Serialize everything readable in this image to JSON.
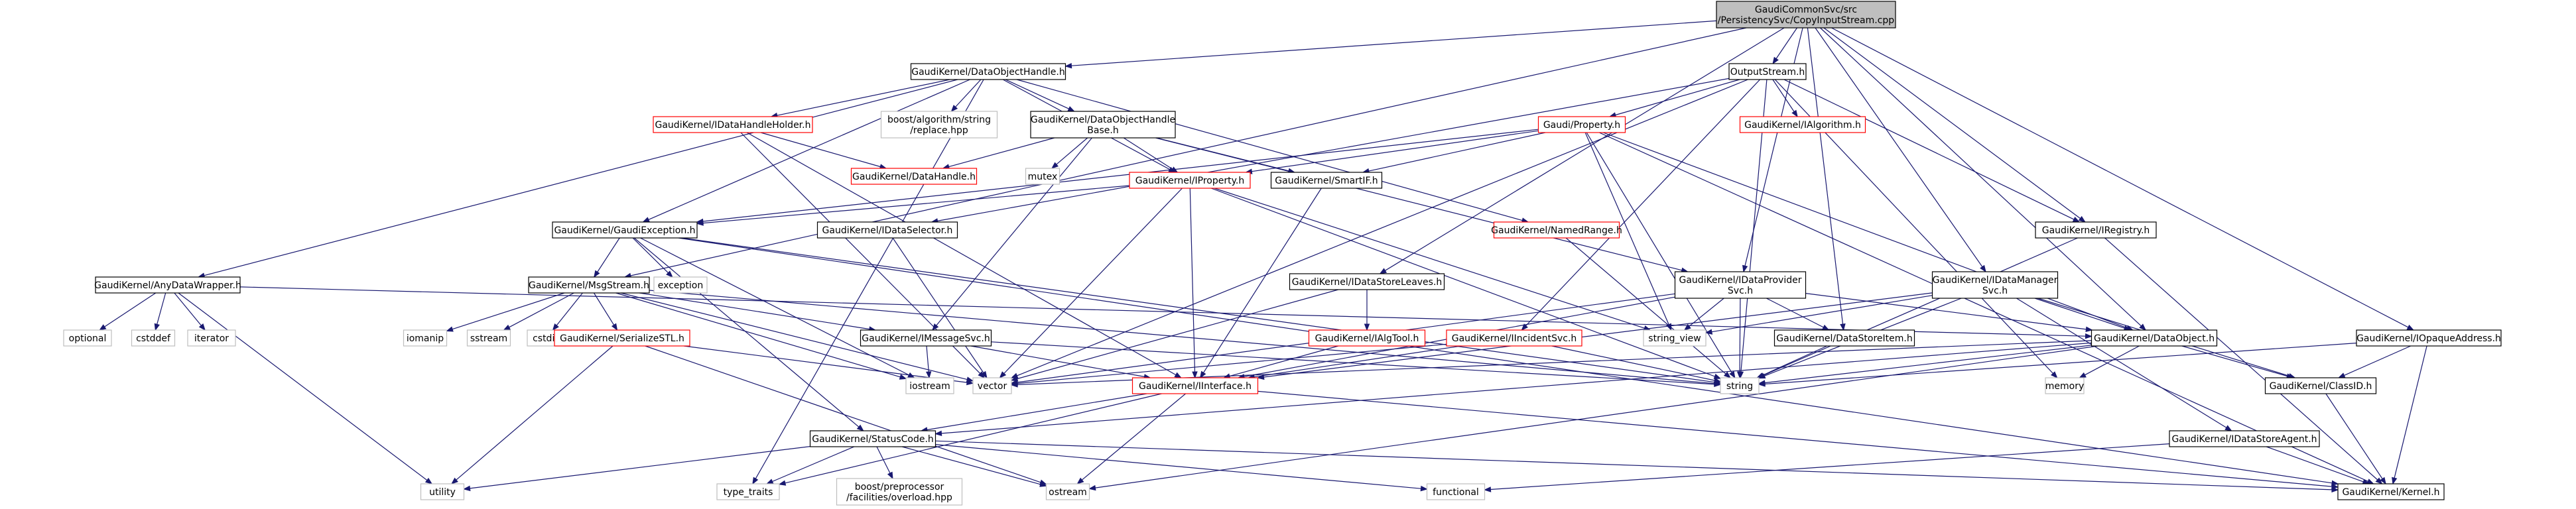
{
  "colors": {
    "edge": "#191970",
    "root_fill": "#bfbfbf",
    "node_stroke_black": "#000000",
    "node_stroke_red": "#ff0000",
    "node_stroke_gray": "#bfbfbf",
    "text": "#000000"
  },
  "nodes": [
    {
      "id": "root",
      "lines": [
        "GaudiCommonSvc/src",
        "/PersistencySvc/CopyInputStream.cpp"
      ],
      "style": "root"
    },
    {
      "id": "doh",
      "lines": [
        "GaudiKernel/DataObjectHandle.h"
      ],
      "style": "black"
    },
    {
      "id": "os",
      "lines": [
        "OutputStream.h"
      ],
      "style": "black"
    },
    {
      "id": "idhh",
      "lines": [
        "GaudiKernel/IDataHandleHolder.h"
      ],
      "style": "red"
    },
    {
      "id": "boostrep",
      "lines": [
        "boost/algorithm/string",
        "/replace.hpp"
      ],
      "style": "gray"
    },
    {
      "id": "dohb",
      "lines": [
        "GaudiKernel/DataObjectHandle",
        "Base.h"
      ],
      "style": "black"
    },
    {
      "id": "gprop",
      "lines": [
        "Gaudi/Property.h"
      ],
      "style": "red"
    },
    {
      "id": "ialg",
      "lines": [
        "GaudiKernel/IAlgorithm.h"
      ],
      "style": "red"
    },
    {
      "id": "dh",
      "lines": [
        "GaudiKernel/DataHandle.h"
      ],
      "style": "red"
    },
    {
      "id": "mutex",
      "lines": [
        "mutex"
      ],
      "style": "gray"
    },
    {
      "id": "iprop",
      "lines": [
        "GaudiKernel/IProperty.h"
      ],
      "style": "red"
    },
    {
      "id": "smartif",
      "lines": [
        "GaudiKernel/SmartIF.h"
      ],
      "style": "black"
    },
    {
      "id": "ireg",
      "lines": [
        "GaudiKernel/IRegistry.h"
      ],
      "style": "black"
    },
    {
      "id": "gexc",
      "lines": [
        "GaudiKernel/GaudiException.h"
      ],
      "style": "black"
    },
    {
      "id": "idsel",
      "lines": [
        "GaudiKernel/IDataSelector.h"
      ],
      "style": "black"
    },
    {
      "id": "nrange",
      "lines": [
        "GaudiKernel/NamedRange.h"
      ],
      "style": "red"
    },
    {
      "id": "adw",
      "lines": [
        "GaudiKernel/AnyDataWrapper.h"
      ],
      "style": "black"
    },
    {
      "id": "msgs",
      "lines": [
        "GaudiKernel/MsgStream.h"
      ],
      "style": "black"
    },
    {
      "id": "exception",
      "lines": [
        "exception"
      ],
      "style": "gray"
    },
    {
      "id": "idsl",
      "lines": [
        "GaudiKernel/IDataStoreLeaves.h"
      ],
      "style": "black"
    },
    {
      "id": "idps",
      "lines": [
        "GaudiKernel/IDataProvider",
        "Svc.h"
      ],
      "style": "black"
    },
    {
      "id": "idms",
      "lines": [
        "GaudiKernel/IDataManager",
        "Svc.h"
      ],
      "style": "black"
    },
    {
      "id": "ioa",
      "lines": [
        "GaudiKernel/IOpaqueAddress.h"
      ],
      "style": "black"
    },
    {
      "id": "optional",
      "lines": [
        "optional"
      ],
      "style": "gray"
    },
    {
      "id": "cstddef",
      "lines": [
        "cstddef"
      ],
      "style": "gray"
    },
    {
      "id": "iterator",
      "lines": [
        "iterator"
      ],
      "style": "gray"
    },
    {
      "id": "iomanip",
      "lines": [
        "iomanip"
      ],
      "style": "gray"
    },
    {
      "id": "sstream",
      "lines": [
        "sstream"
      ],
      "style": "gray"
    },
    {
      "id": "cstdio",
      "lines": [
        "cstdio"
      ],
      "style": "gray"
    },
    {
      "id": "serstl",
      "lines": [
        "GaudiKernel/SerializeSTL.h"
      ],
      "style": "red"
    },
    {
      "id": "imsg",
      "lines": [
        "GaudiKernel/IMessageSvc.h"
      ],
      "style": "black"
    },
    {
      "id": "ialgtool",
      "lines": [
        "GaudiKernel/IAlgTool.h"
      ],
      "style": "red"
    },
    {
      "id": "iinc",
      "lines": [
        "GaudiKernel/IIncidentSvc.h"
      ],
      "style": "red"
    },
    {
      "id": "strview",
      "lines": [
        "string_view"
      ],
      "style": "gray"
    },
    {
      "id": "dsi",
      "lines": [
        "GaudiKernel/DataStoreItem.h"
      ],
      "style": "black"
    },
    {
      "id": "dobj",
      "lines": [
        "GaudiKernel/DataObject.h"
      ],
      "style": "black"
    },
    {
      "id": "iostream",
      "lines": [
        "iostream"
      ],
      "style": "gray"
    },
    {
      "id": "vector",
      "lines": [
        "vector"
      ],
      "style": "gray"
    },
    {
      "id": "iint",
      "lines": [
        "GaudiKernel/IInterface.h"
      ],
      "style": "red"
    },
    {
      "id": "string",
      "lines": [
        "string"
      ],
      "style": "gray"
    },
    {
      "id": "memory",
      "lines": [
        "memory"
      ],
      "style": "gray"
    },
    {
      "id": "classid",
      "lines": [
        "GaudiKernel/ClassID.h"
      ],
      "style": "black"
    },
    {
      "id": "status",
      "lines": [
        "GaudiKernel/StatusCode.h"
      ],
      "style": "black"
    },
    {
      "id": "idsa",
      "lines": [
        "GaudiKernel/IDataStoreAgent.h"
      ],
      "style": "black"
    },
    {
      "id": "utility",
      "lines": [
        "utility"
      ],
      "style": "gray"
    },
    {
      "id": "typetraits",
      "lines": [
        "type_traits"
      ],
      "style": "gray"
    },
    {
      "id": "boostpp",
      "lines": [
        "boost/preprocessor",
        "/facilities/overload.hpp"
      ],
      "style": "gray"
    },
    {
      "id": "ostream",
      "lines": [
        "ostream"
      ],
      "style": "gray"
    },
    {
      "id": "functional",
      "lines": [
        "functional"
      ],
      "style": "gray"
    },
    {
      "id": "kernel",
      "lines": [
        "GaudiKernel/Kernel.h"
      ],
      "style": "black"
    }
  ],
  "edges": [
    [
      "root",
      "doh"
    ],
    [
      "root",
      "os"
    ],
    [
      "root",
      "msgs"
    ],
    [
      "root",
      "idps"
    ],
    [
      "root",
      "idms"
    ],
    [
      "root",
      "ireg"
    ],
    [
      "root",
      "dsi"
    ],
    [
      "root",
      "dobj"
    ],
    [
      "root",
      "ioa"
    ],
    [
      "root",
      "idsl"
    ],
    [
      "doh",
      "idhh"
    ],
    [
      "doh",
      "boostrep"
    ],
    [
      "doh",
      "dohb"
    ],
    [
      "doh",
      "iprop"
    ],
    [
      "doh",
      "gexc"
    ],
    [
      "doh",
      "adw"
    ],
    [
      "doh",
      "nrange"
    ],
    [
      "doh",
      "typetraits"
    ],
    [
      "os",
      "gprop"
    ],
    [
      "os",
      "ialg"
    ],
    [
      "os",
      "idsel"
    ],
    [
      "os",
      "iinc"
    ],
    [
      "os",
      "vector"
    ],
    [
      "os",
      "string"
    ],
    [
      "os",
      "memory"
    ],
    [
      "os",
      "ireg"
    ],
    [
      "idhh",
      "dh"
    ],
    [
      "idhh",
      "iint"
    ],
    [
      "idhh",
      "vector"
    ],
    [
      "dohb",
      "dh"
    ],
    [
      "dohb",
      "mutex"
    ],
    [
      "dohb",
      "iprop"
    ],
    [
      "dohb",
      "smartif"
    ],
    [
      "dohb",
      "imsg"
    ],
    [
      "dohb",
      "idps"
    ],
    [
      "gprop",
      "iprop"
    ],
    [
      "gprop",
      "smartif"
    ],
    [
      "gprop",
      "strview"
    ],
    [
      "gprop",
      "string"
    ],
    [
      "gprop",
      "kernel"
    ],
    [
      "gprop",
      "gexc"
    ],
    [
      "gprop",
      "dobj"
    ],
    [
      "iprop",
      "gexc"
    ],
    [
      "iprop",
      "iint"
    ],
    [
      "iprop",
      "string"
    ],
    [
      "iprop",
      "vector"
    ],
    [
      "iprop",
      "strview"
    ],
    [
      "smartif",
      "iint"
    ],
    [
      "ireg",
      "string"
    ],
    [
      "ireg",
      "kernel"
    ],
    [
      "gexc",
      "msgs"
    ],
    [
      "gexc",
      "exception"
    ],
    [
      "gexc",
      "string"
    ],
    [
      "gexc",
      "iostream"
    ],
    [
      "gexc",
      "status"
    ],
    [
      "gexc",
      "kernel"
    ],
    [
      "idsel",
      "vector"
    ],
    [
      "nrange",
      "string"
    ],
    [
      "adw",
      "optional"
    ],
    [
      "adw",
      "cstddef"
    ],
    [
      "adw",
      "iterator"
    ],
    [
      "adw",
      "utility"
    ],
    [
      "adw",
      "dobj"
    ],
    [
      "msgs",
      "iomanip"
    ],
    [
      "msgs",
      "sstream"
    ],
    [
      "msgs",
      "cstdio"
    ],
    [
      "msgs",
      "serstl"
    ],
    [
      "msgs",
      "imsg"
    ],
    [
      "msgs",
      "iostream"
    ],
    [
      "msgs",
      "vector"
    ],
    [
      "msgs",
      "string"
    ],
    [
      "serstl",
      "vector"
    ],
    [
      "serstl",
      "utility"
    ],
    [
      "serstl",
      "ostream"
    ],
    [
      "imsg",
      "iint"
    ],
    [
      "imsg",
      "string"
    ],
    [
      "imsg",
      "iostream"
    ],
    [
      "idsl",
      "ialgtool"
    ],
    [
      "idsl",
      "vector"
    ],
    [
      "ialgtool",
      "iint"
    ],
    [
      "iinc",
      "iint"
    ],
    [
      "iinc",
      "string"
    ],
    [
      "iinc",
      "vector"
    ],
    [
      "idps",
      "dsi"
    ],
    [
      "idps",
      "strview"
    ],
    [
      "idps",
      "string"
    ],
    [
      "idps",
      "iint"
    ],
    [
      "idps",
      "dobj"
    ],
    [
      "idps",
      "vector"
    ],
    [
      "idms",
      "dobj"
    ],
    [
      "idms",
      "idsa"
    ],
    [
      "idms",
      "classid"
    ],
    [
      "idms",
      "string"
    ],
    [
      "idms",
      "iint"
    ],
    [
      "idms",
      "strview"
    ],
    [
      "ioa",
      "classid"
    ],
    [
      "ioa",
      "string"
    ],
    [
      "ioa",
      "kernel"
    ],
    [
      "dsi",
      "string"
    ],
    [
      "dobj",
      "classid"
    ],
    [
      "dobj",
      "string"
    ],
    [
      "dobj",
      "memory"
    ],
    [
      "dobj",
      "vector"
    ],
    [
      "dobj",
      "status"
    ],
    [
      "dobj",
      "ostream"
    ],
    [
      "iint",
      "status"
    ],
    [
      "iint",
      "kernel"
    ],
    [
      "iint",
      "ostream"
    ],
    [
      "iint",
      "typetraits"
    ],
    [
      "classid",
      "kernel"
    ],
    [
      "status",
      "utility"
    ],
    [
      "status",
      "typetraits"
    ],
    [
      "status",
      "boostpp"
    ],
    [
      "status",
      "ostream"
    ],
    [
      "status",
      "functional"
    ],
    [
      "status",
      "kernel"
    ],
    [
      "idsa",
      "functional"
    ],
    [
      "idsa",
      "kernel"
    ]
  ]
}
